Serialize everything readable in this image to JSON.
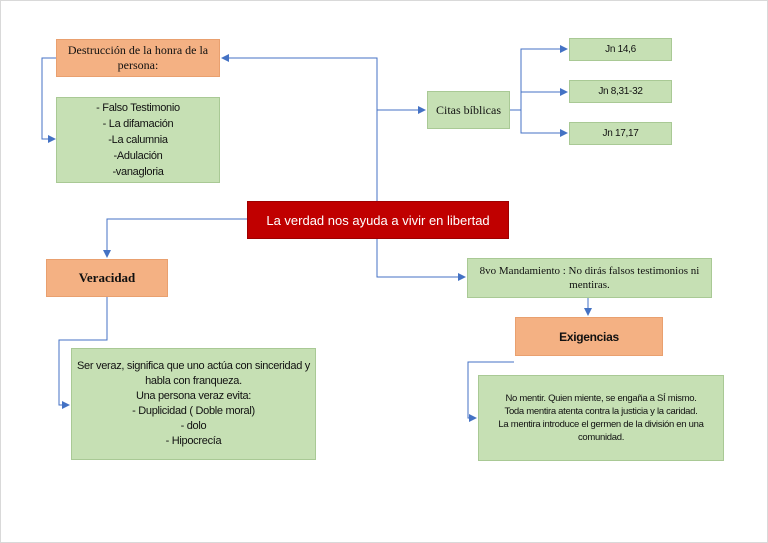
{
  "central": "La verdad nos ayuda a vivir en libertad",
  "destruccion": {
    "title": "Destrucción de la honra de la persona:",
    "items": [
      "- Falso Testimonio",
      "- La difamación",
      "-La calumnia",
      "-Adulación",
      "-vanagloria"
    ]
  },
  "citas": {
    "title": "Citas bíblicas",
    "refs": [
      "Jn 14,6",
      "Jn 8,31-32",
      "Jn 17,17"
    ]
  },
  "veracidad": {
    "title": "Veracidad",
    "lines": [
      "Ser veraz, significa que uno actúa con sinceridad y",
      "habla con franqueza.",
      "Una persona veraz evita:",
      "- Duplicidad ( Doble moral)",
      "- dolo",
      "- Hipocrecía"
    ]
  },
  "mandamiento": {
    "text": "8vo Mandamiento : No dirás falsos testimonios ni mentiras."
  },
  "exigencias": {
    "title": "Exigencias",
    "lines": [
      "No mentir. Quien miente, se engaña a SÍ mismo.",
      "Toda mentira atenta contra la justicia y la caridad.",
      "La mentira introduce el germen de la división en una",
      "comunidad."
    ]
  },
  "colors": {
    "green": "#c6e0b4",
    "orange": "#f4b183",
    "red": "#c00000",
    "connector": "#4472c4"
  }
}
